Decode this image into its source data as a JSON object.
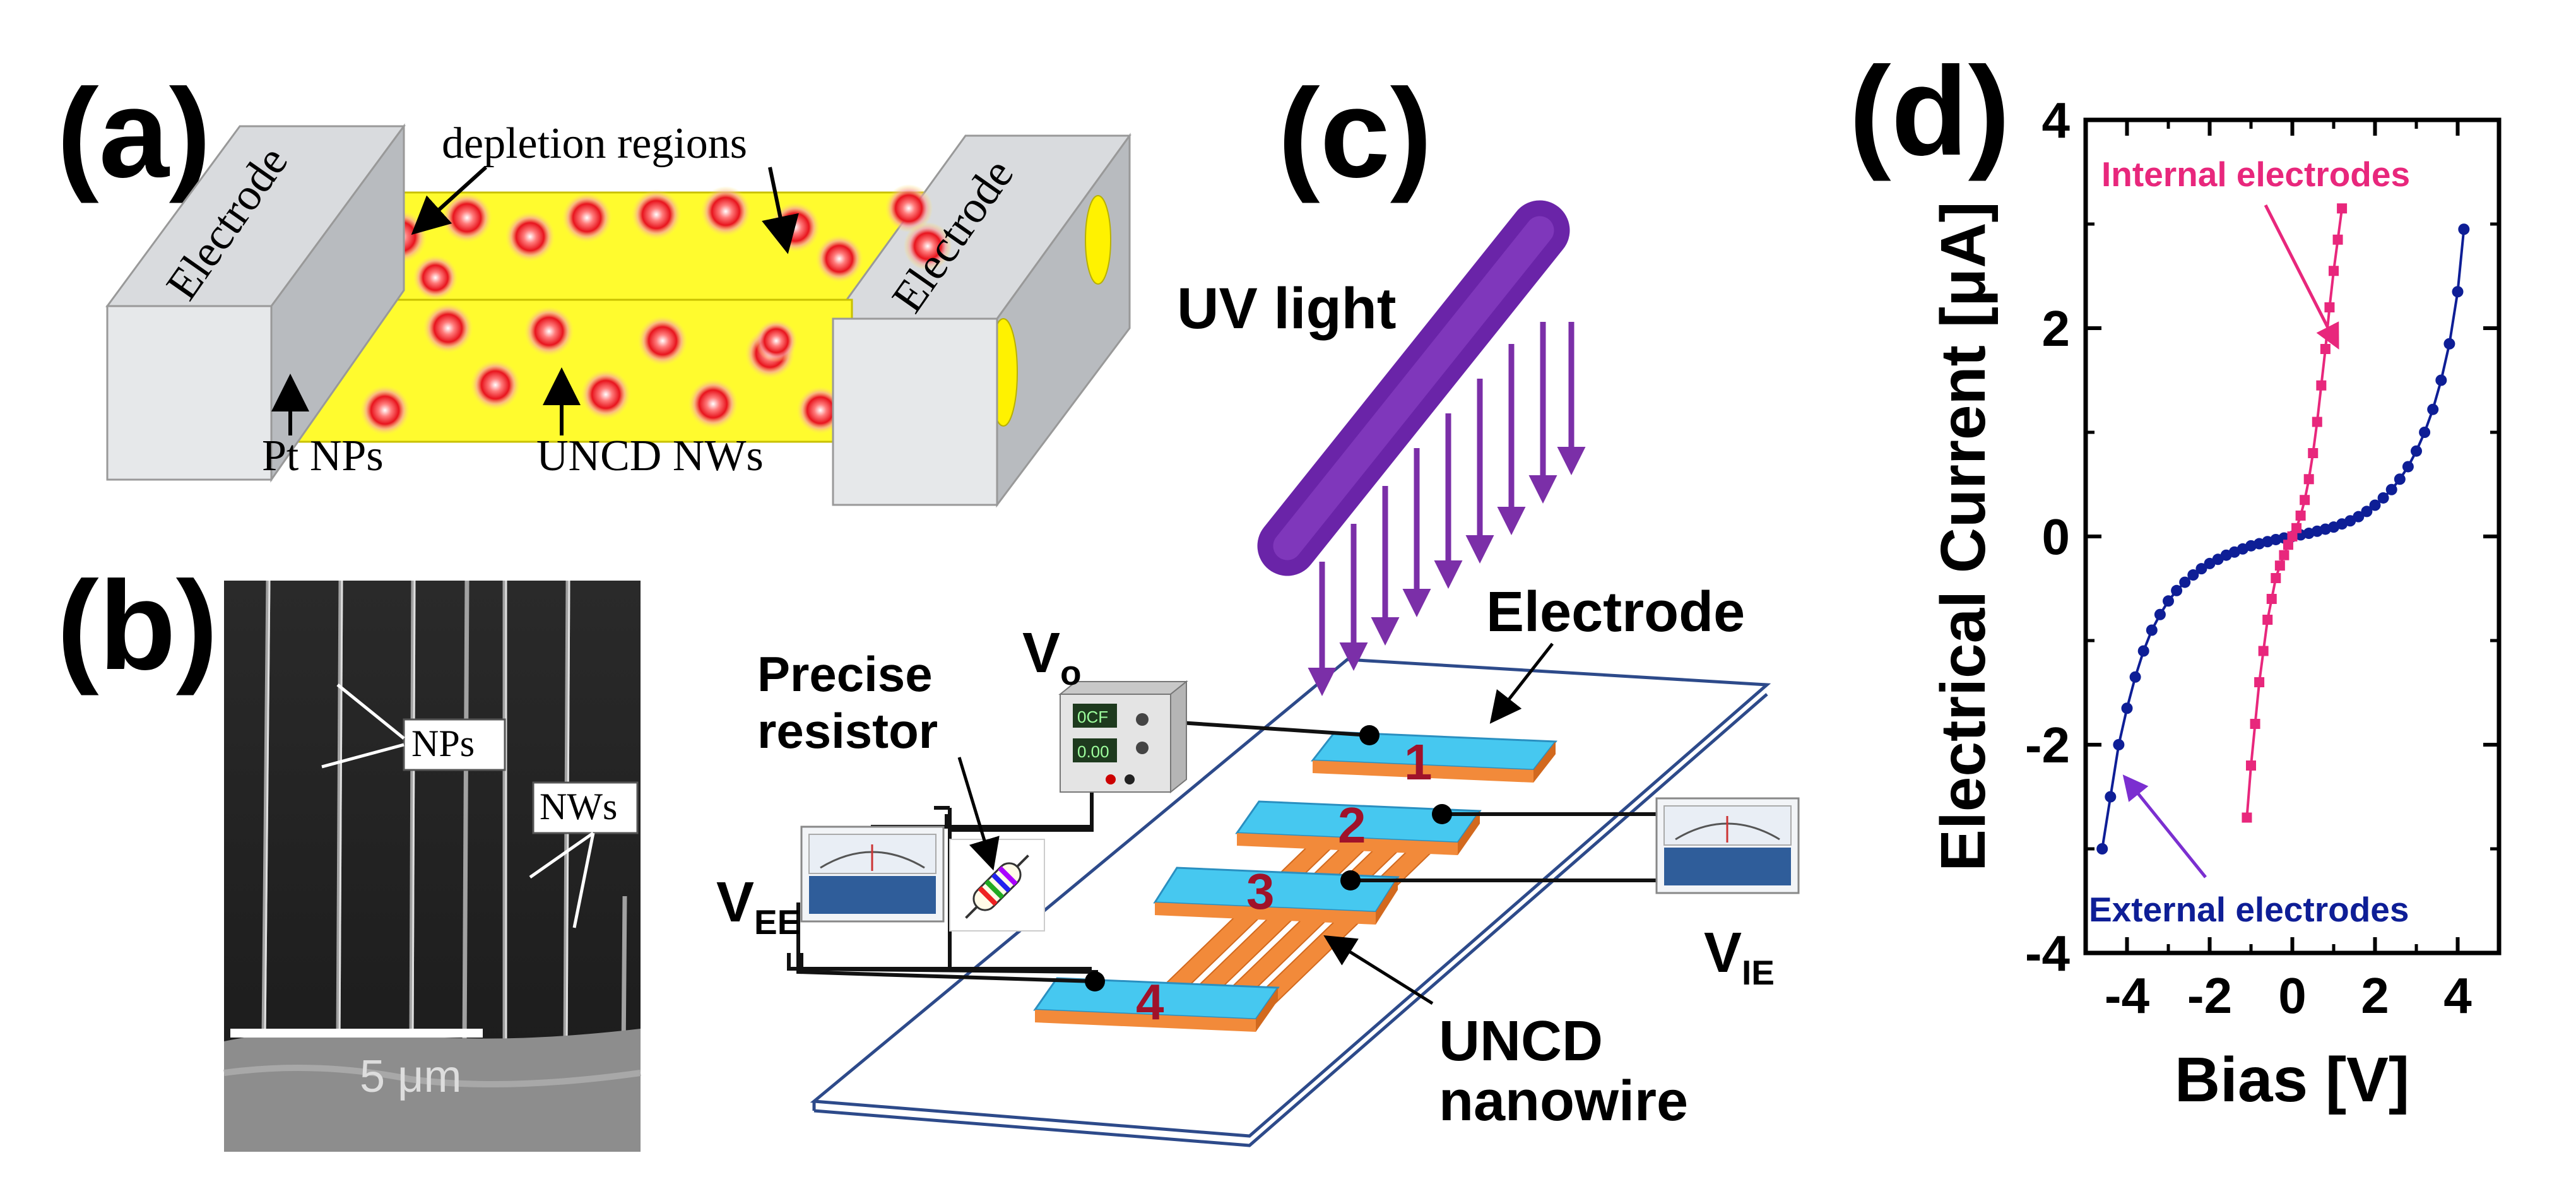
{
  "panel_labels": {
    "a": "(a)",
    "b": "(b)",
    "c": "(c)",
    "d": "(d)"
  },
  "panel_a": {
    "electrode_left": "Electrode",
    "electrode_right": "Electrode",
    "depletion_regions": "depletion regions",
    "pt_nps": "Pt NPs",
    "uncd_nws": "UNCD NWs"
  },
  "panel_b": {
    "nps": "NPs",
    "nws": "NWs",
    "scale_bar": "5 μm"
  },
  "panel_c": {
    "uv_light": "UV light",
    "electrode": "Electrode",
    "precise_resistor_line1": "Precise",
    "precise_resistor_line2": "resistor",
    "v_o": "V",
    "v_o_sub": "o",
    "v_ee": "V",
    "v_ee_sub": "EE",
    "v_ie": "V",
    "v_ie_sub": "IE",
    "uncd_line1": "UNCD",
    "uncd_line2": "nanowire",
    "electrode_numbers": [
      "1",
      "2",
      "3",
      "4"
    ]
  },
  "chart_data": {
    "type": "line",
    "title": "",
    "xlabel": "Bias [V]",
    "ylabel": "Electrical Current [μA]",
    "xlim": [
      -5,
      5
    ],
    "ylim": [
      -4,
      4
    ],
    "xticks": [
      -4,
      -2,
      0,
      2,
      4
    ],
    "yticks": [
      -4,
      -2,
      0,
      2,
      4
    ],
    "xtick_labels": [
      "-4",
      "-2",
      "0",
      "2",
      "4"
    ],
    "ytick_labels": [
      "-4",
      "-2",
      "0",
      "2",
      "4"
    ],
    "colors": {
      "internal": "#e8277c",
      "external": "#0e1e96",
      "arrow_external": "#7b2fd0"
    },
    "annotations": {
      "internal": "Internal electrodes",
      "external": "External electrodes"
    },
    "series": [
      {
        "key": "external",
        "marker": "circle",
        "points": [
          [
            -4.6,
            -3.0
          ],
          [
            -4.4,
            -2.5
          ],
          [
            -4.2,
            -2.0
          ],
          [
            -4.0,
            -1.65
          ],
          [
            -3.8,
            -1.35
          ],
          [
            -3.6,
            -1.1
          ],
          [
            -3.4,
            -0.9
          ],
          [
            -3.2,
            -0.75
          ],
          [
            -3.0,
            -0.62
          ],
          [
            -2.8,
            -0.52
          ],
          [
            -2.6,
            -0.44
          ],
          [
            -2.4,
            -0.37
          ],
          [
            -2.2,
            -0.31
          ],
          [
            -2.0,
            -0.26
          ],
          [
            -1.8,
            -0.22
          ],
          [
            -1.6,
            -0.18
          ],
          [
            -1.4,
            -0.15
          ],
          [
            -1.2,
            -0.12
          ],
          [
            -1.0,
            -0.09
          ],
          [
            -0.8,
            -0.07
          ],
          [
            -0.6,
            -0.05
          ],
          [
            -0.4,
            -0.03
          ],
          [
            -0.2,
            -0.015
          ],
          [
            0.0,
            0.0
          ],
          [
            0.2,
            0.015
          ],
          [
            0.4,
            0.03
          ],
          [
            0.6,
            0.05
          ],
          [
            0.8,
            0.07
          ],
          [
            1.0,
            0.09
          ],
          [
            1.2,
            0.12
          ],
          [
            1.4,
            0.15
          ],
          [
            1.6,
            0.19
          ],
          [
            1.8,
            0.24
          ],
          [
            2.0,
            0.3
          ],
          [
            2.2,
            0.37
          ],
          [
            2.4,
            0.45
          ],
          [
            2.6,
            0.55
          ],
          [
            2.8,
            0.67
          ],
          [
            3.0,
            0.82
          ],
          [
            3.2,
            1.0
          ],
          [
            3.4,
            1.22
          ],
          [
            3.6,
            1.5
          ],
          [
            3.8,
            1.85
          ],
          [
            4.0,
            2.35
          ],
          [
            4.15,
            2.95
          ]
        ]
      },
      {
        "key": "internal",
        "marker": "square",
        "points": [
          [
            -1.1,
            -2.7
          ],
          [
            -1.0,
            -2.2
          ],
          [
            -0.9,
            -1.8
          ],
          [
            -0.8,
            -1.4
          ],
          [
            -0.7,
            -1.1
          ],
          [
            -0.6,
            -0.8
          ],
          [
            -0.5,
            -0.6
          ],
          [
            -0.4,
            -0.4
          ],
          [
            -0.3,
            -0.28
          ],
          [
            -0.2,
            -0.18
          ],
          [
            -0.1,
            -0.08
          ],
          [
            0.0,
            0.0
          ],
          [
            0.1,
            0.08
          ],
          [
            0.2,
            0.2
          ],
          [
            0.3,
            0.35
          ],
          [
            0.4,
            0.55
          ],
          [
            0.5,
            0.8
          ],
          [
            0.6,
            1.1
          ],
          [
            0.7,
            1.45
          ],
          [
            0.8,
            1.8
          ],
          [
            0.9,
            2.2
          ],
          [
            1.0,
            2.55
          ],
          [
            1.1,
            2.85
          ],
          [
            1.2,
            3.15
          ]
        ]
      }
    ]
  }
}
